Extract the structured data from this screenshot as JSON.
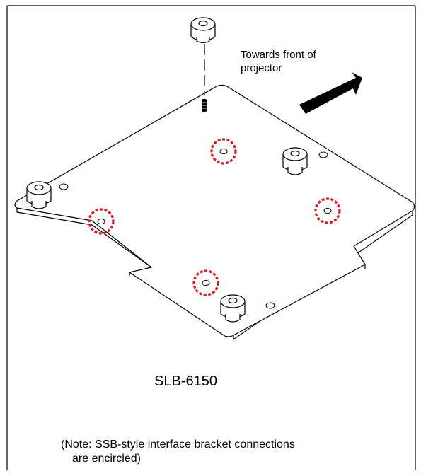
{
  "diagram": {
    "direction_label_line1": "Towards front of",
    "direction_label_line2": "projector",
    "model_label": "SLB-6150",
    "note_line1": "(Note: SSB-style interface bracket connections",
    "note_line2": "are encircled)",
    "circle_count": 4,
    "circle_color": "#d0202a",
    "line_color": "#000000"
  }
}
